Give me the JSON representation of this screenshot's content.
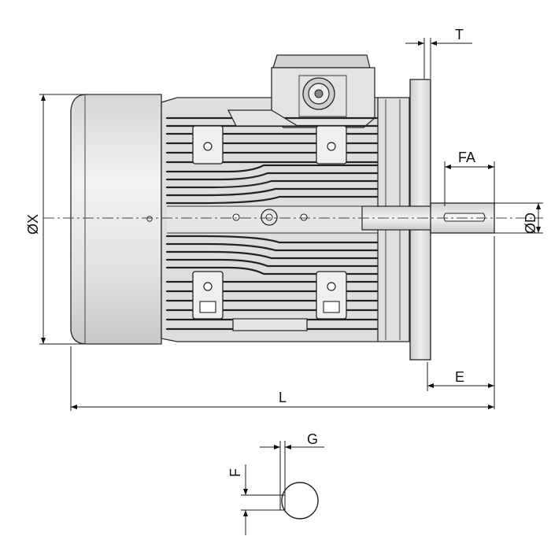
{
  "diagram": {
    "labels": {
      "T": "T",
      "FA": "FA",
      "X": "ØX",
      "D": "ØD",
      "E": "E",
      "L": "L",
      "G": "G",
      "F": "F"
    },
    "colors": {
      "body": "#dcdcdc",
      "body_light": "#ececec",
      "body_shade": "#c4c4c4",
      "line": "#222222"
    }
  }
}
